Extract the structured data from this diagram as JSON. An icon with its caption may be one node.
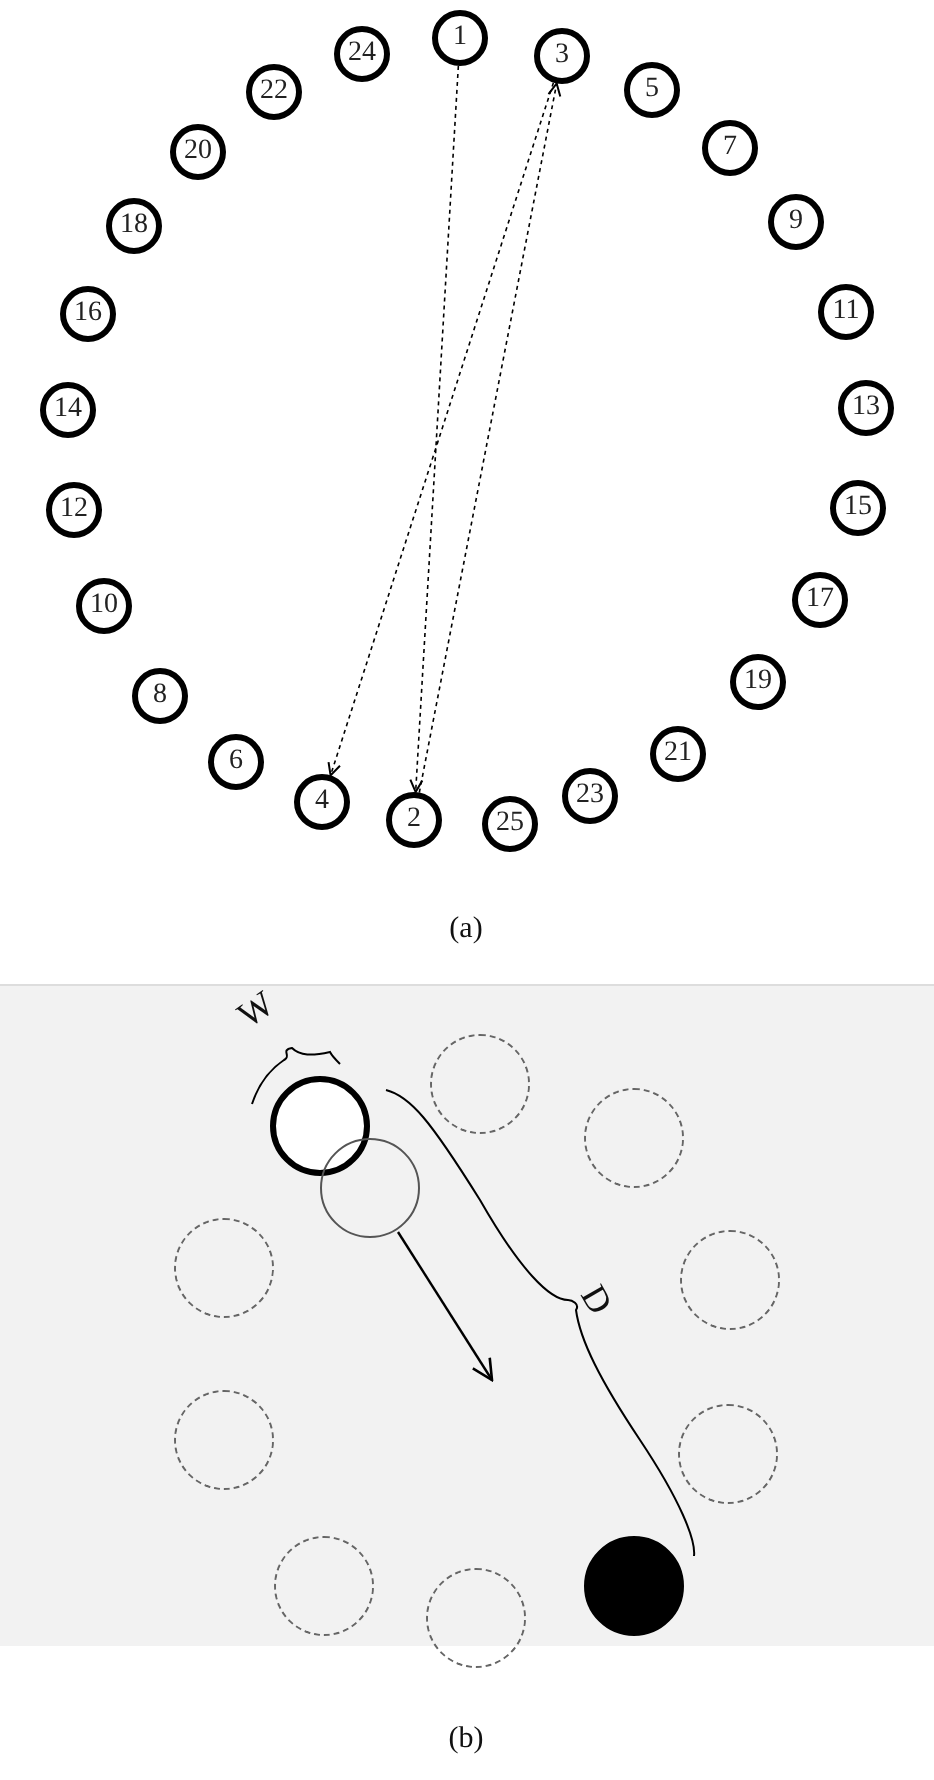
{
  "diagram": {
    "nodes": [
      {
        "text": [
          "1"
        ]
      },
      {
        "text": [
          "2"
        ]
      },
      {
        "text": [
          "3"
        ]
      },
      {
        "text": [
          "4"
        ]
      },
      {
        "text": [
          "5"
        ]
      },
      {
        "text": [
          "6"
        ]
      },
      {
        "text": [
          "7"
        ]
      },
      {
        "text": [
          "8"
        ]
      },
      {
        "text": [
          "9"
        ]
      },
      {
        "text": [
          "10"
        ]
      },
      {
        "text": [
          "11"
        ]
      },
      {
        "text": [
          "12"
        ]
      },
      {
        "text": [
          "13"
        ]
      },
      {
        "text": [
          "14"
        ]
      },
      {
        "text": [
          "15"
        ]
      },
      {
        "text": [
          "16"
        ]
      },
      {
        "text": [
          "17"
        ]
      },
      {
        "text": [
          "18"
        ]
      },
      {
        "text": [
          "19"
        ]
      },
      {
        "text": [
          "20"
        ]
      },
      {
        "text": [
          "21"
        ]
      },
      {
        "text": [
          "22"
        ]
      },
      {
        "text": [
          "23"
        ]
      },
      {
        "text": [
          "24"
        ]
      },
      {
        "text": [
          "25"
        ]
      },
      {
        "text": [],
        "shape": "circle"
      },
      {
        "text": [],
        "shape": "circle"
      },
      {
        "text": [],
        "shape": "circle"
      },
      {
        "text": [],
        "shape": "circle"
      },
      {
        "text": [],
        "shape": "circle"
      },
      {
        "text": [],
        "shape": "circle"
      },
      {
        "text": [],
        "shape": "circle"
      },
      {
        "text": [],
        "shape": "circle"
      },
      {
        "text": [],
        "shape": "circle"
      },
      {
        "text": [],
        "shape": "circle"
      },
      {
        "text": [],
        "shape": "circle"
      }
    ],
    "edges": [
      {
        "from": 0,
        "to": 1,
        "arrow": "to",
        "style": "dashed"
      },
      {
        "from": 1,
        "to": 2,
        "arrow": "to",
        "style": "dashed"
      },
      {
        "from": 2,
        "to": 3,
        "arrow": "to",
        "style": "dashed"
      }
    ],
    "labels": [
      "(a)",
      "W",
      "D",
      "(b)"
    ]
  }
}
